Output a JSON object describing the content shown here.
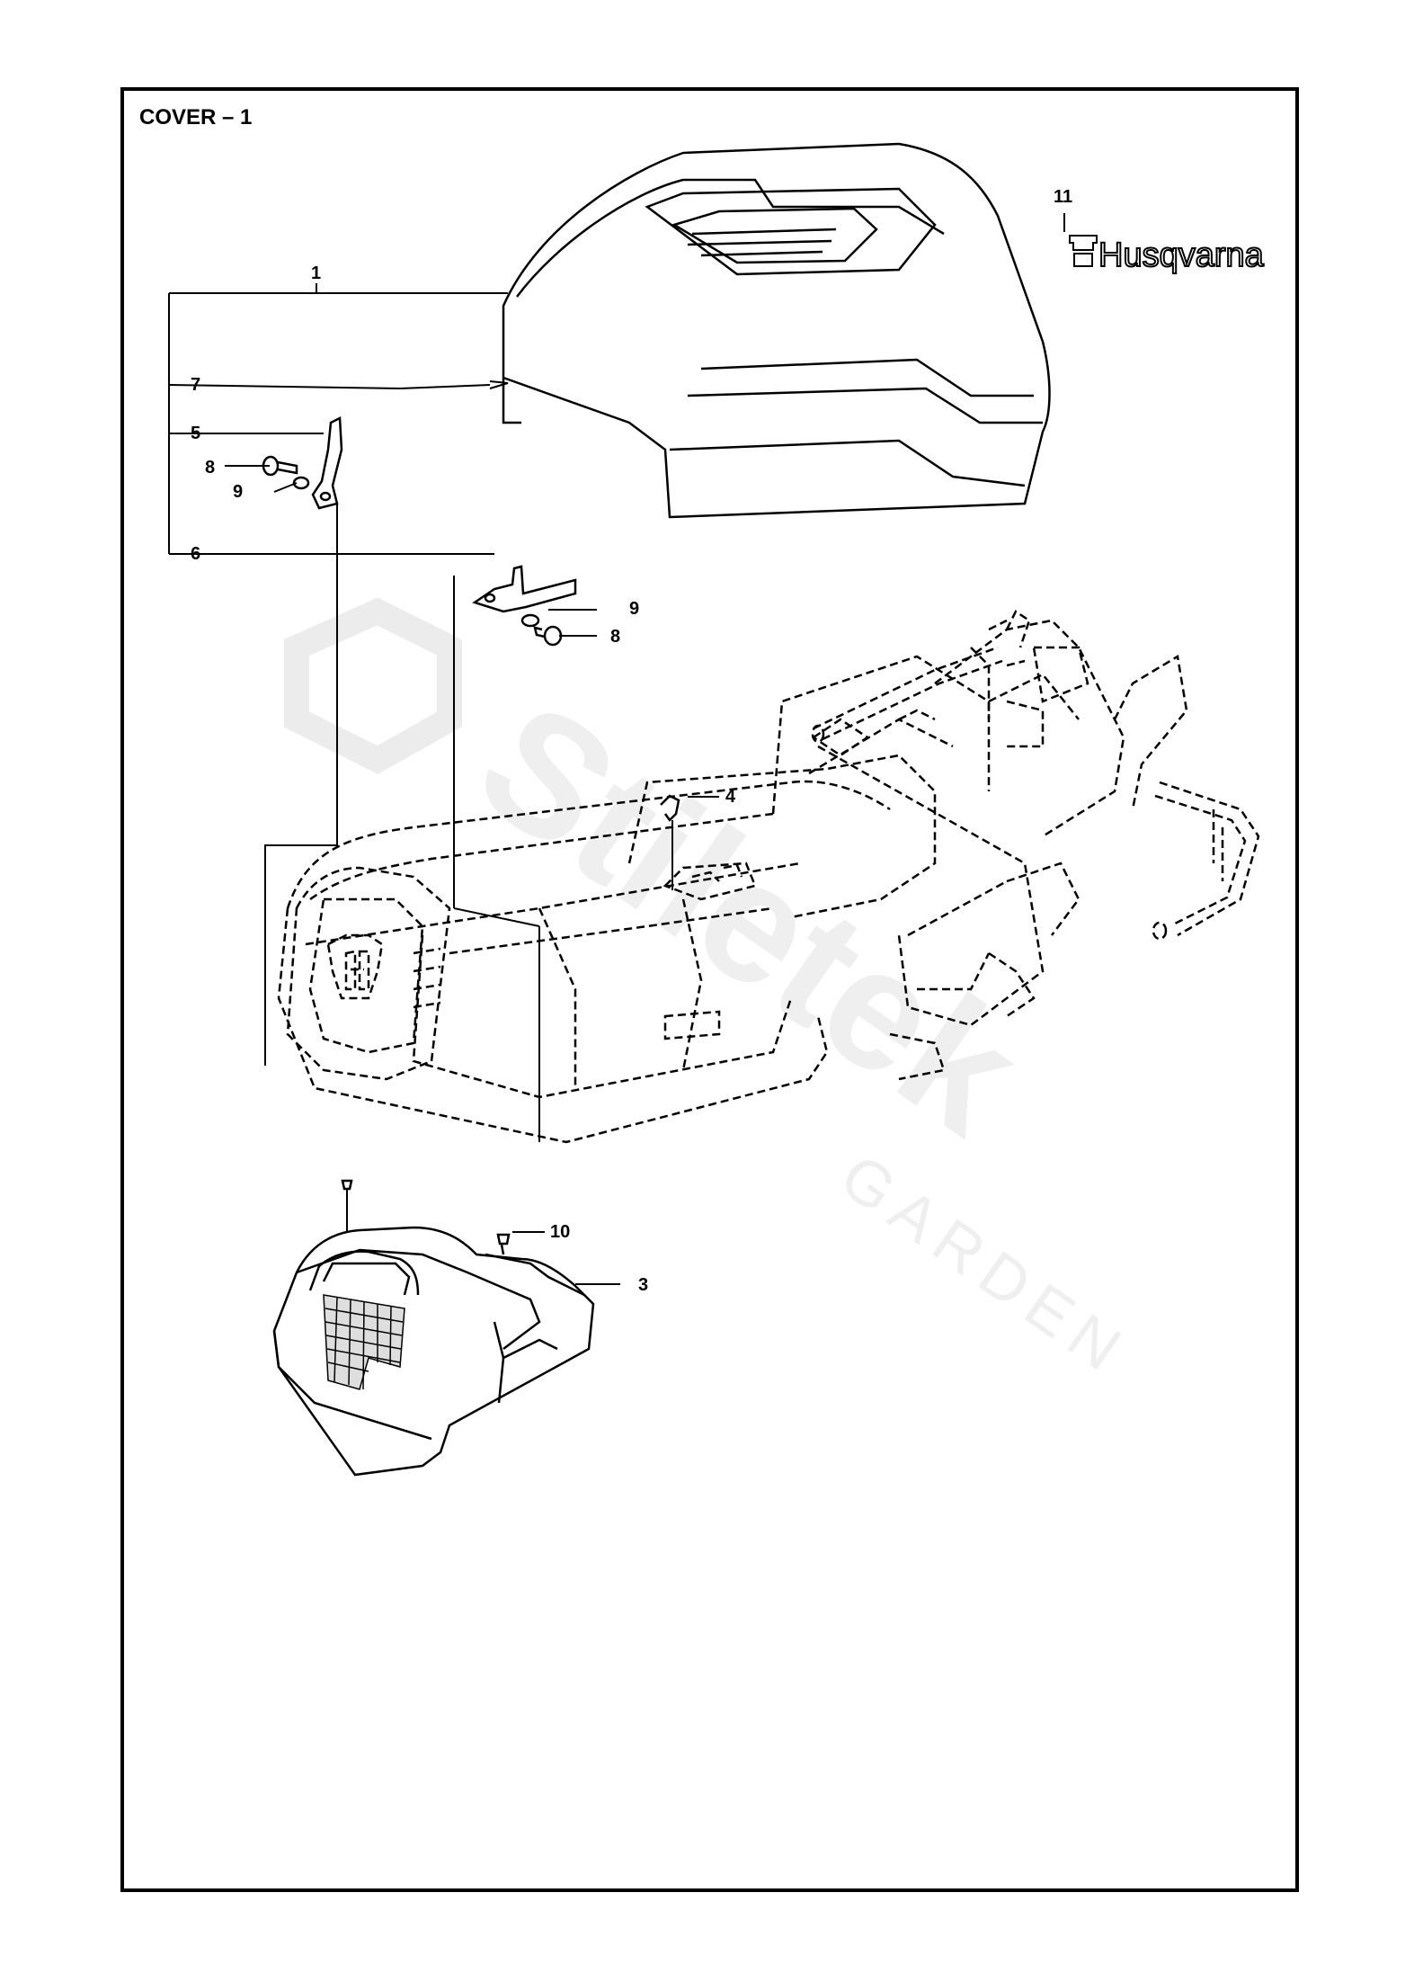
{
  "title": "COVER – 1",
  "brand_text": "Husqvarna",
  "watermark": {
    "brand": "Stiletek",
    "sub": "GARDEN"
  },
  "callouts": {
    "c1": "1",
    "c3": "3",
    "c4": "4",
    "c5": "5",
    "c6": "6",
    "c7": "7",
    "c8a": "8",
    "c8b": "8",
    "c9a": "9",
    "c9b": "9",
    "c10": "10",
    "c11": "11"
  },
  "colors": {
    "line": "#000000",
    "watermark": "#e6e6e6",
    "background": "#ffffff"
  }
}
